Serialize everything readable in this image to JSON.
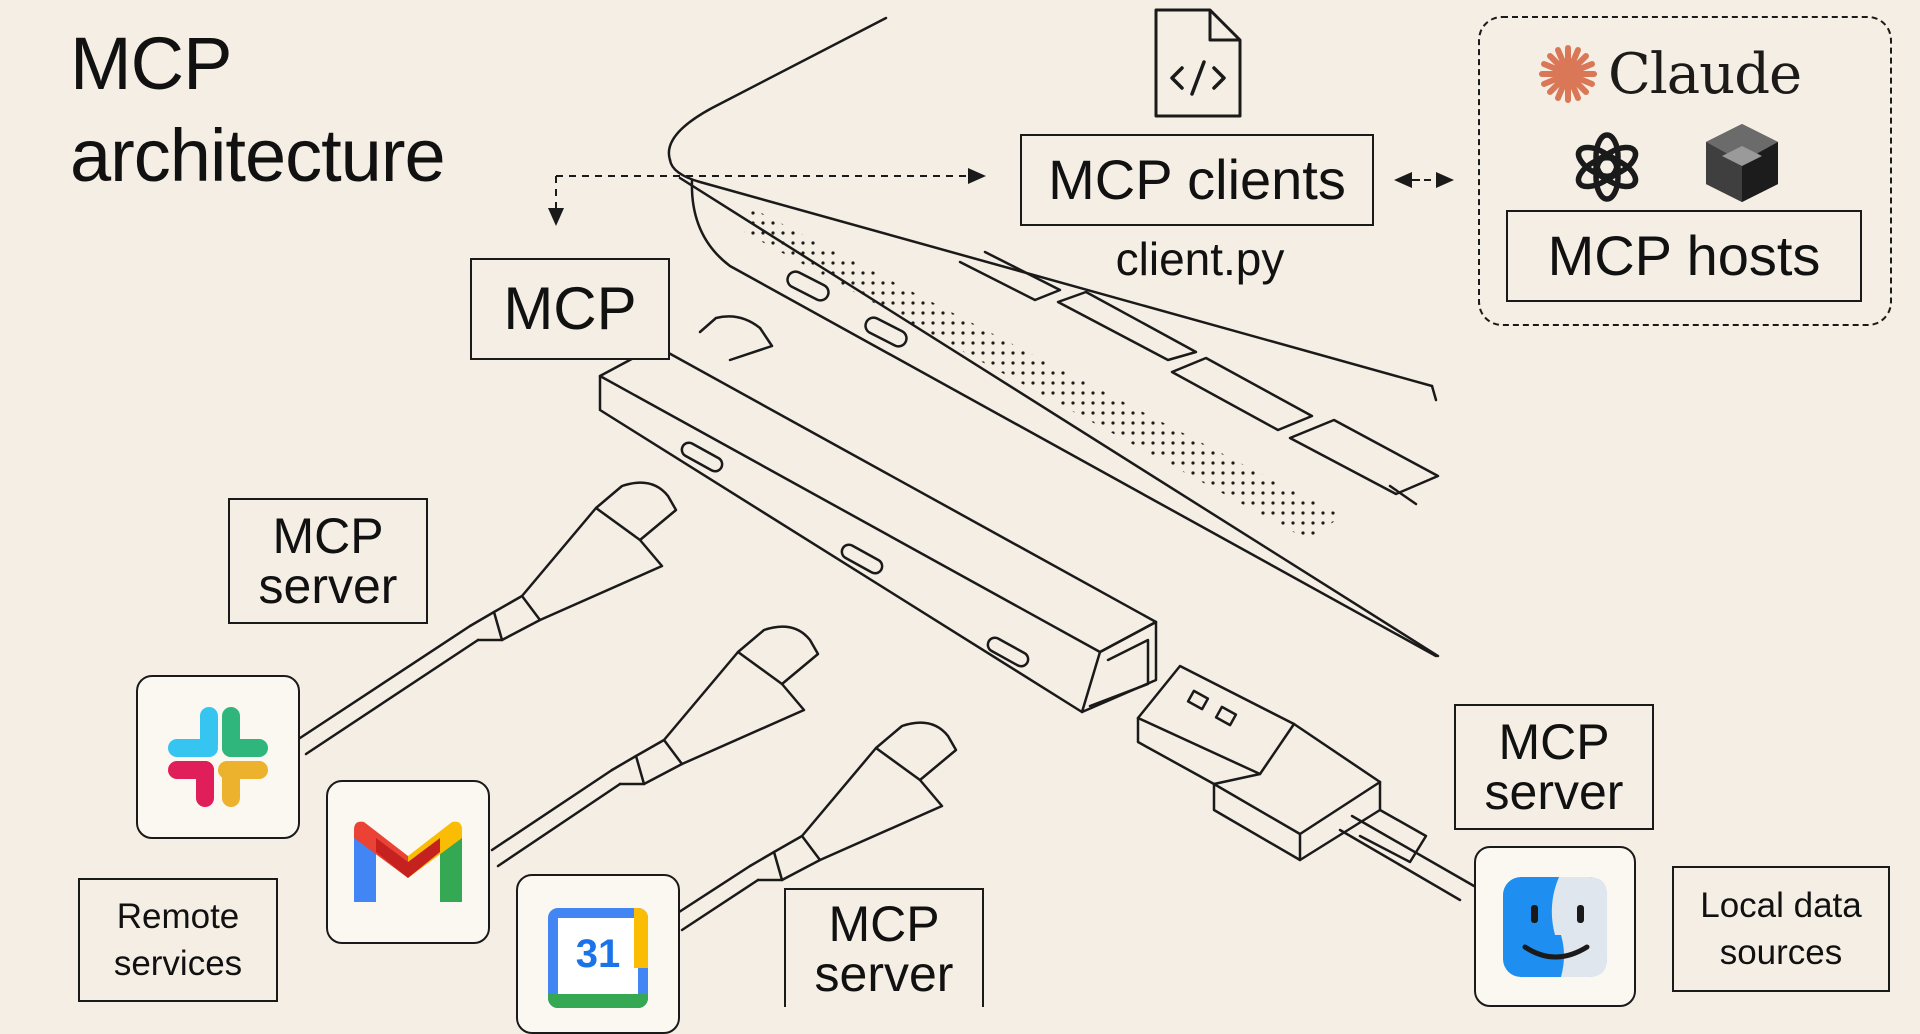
{
  "title": {
    "line1": "MCP",
    "line2": "architecture"
  },
  "boxes": {
    "mcp": "MCP",
    "mcp_clients": "MCP clients",
    "client_file": "client.py",
    "mcp_hosts": "MCP hosts",
    "mcp_server_top_left": {
      "line1": "MCP",
      "line2": "server"
    },
    "mcp_server_bottom": {
      "line1": "MCP",
      "line2": "server"
    },
    "mcp_server_right": {
      "line1": "MCP",
      "line2": "server"
    },
    "remote_services": {
      "line1": "Remote",
      "line2": "services"
    },
    "local_data_sources": {
      "line1": "Local data",
      "line2": "sources"
    }
  },
  "hosts": {
    "claude_label": "Claude"
  },
  "calendar": {
    "day": "31"
  },
  "icons": {
    "file": "code-file-icon",
    "claude": "claude-asterisk-icon",
    "openai": "openai-knot-icon",
    "cube": "dark-cube-icon",
    "slack": "slack-icon",
    "gmail": "gmail-icon",
    "calendar": "google-calendar-icon",
    "finder": "finder-face-icon"
  },
  "colors": {
    "background": "#f5eee4",
    "ink": "#1a1a1a",
    "claude_orange": "#d97757",
    "slack": [
      "#36c5f0",
      "#2eb67d",
      "#ecb22e",
      "#e01e5a"
    ],
    "gmail": [
      "#ea4335",
      "#4285f4",
      "#34a853",
      "#fbbc04",
      "#c5221f"
    ],
    "calendar_blue": "#4285f4",
    "finder_blue": "#1f8ef1"
  }
}
